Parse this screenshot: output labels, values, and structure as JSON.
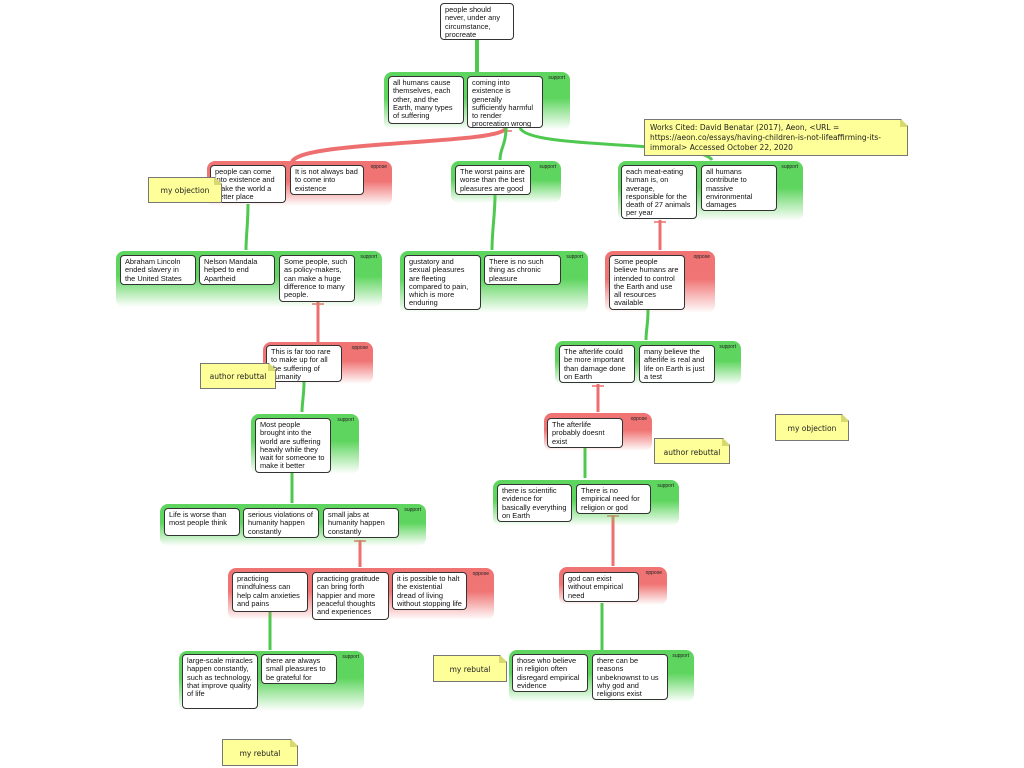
{
  "root": {
    "text": "people should never, under any circumstance, procreate"
  },
  "groups": [
    {
      "id": "g1",
      "type": "support",
      "label": "support",
      "nodes": [
        {
          "text": "all humans cause themselves, each other, and the Earth, many types of suffering"
        },
        {
          "text": "coming into existence is generally sufficiently harmful to render procreation wrong"
        }
      ]
    },
    {
      "id": "g2",
      "type": "oppose",
      "label": "oppose",
      "nodes": [
        {
          "text": "people can come into existence and make the world a better place"
        },
        {
          "text": "It is not always bad to come into existence"
        }
      ]
    },
    {
      "id": "g3",
      "type": "support",
      "label": "support",
      "nodes": [
        {
          "text": "The worst pains are worse than the best pleasures are good"
        }
      ]
    },
    {
      "id": "g4",
      "type": "support",
      "label": "support",
      "nodes": [
        {
          "text": "each meat-eating human is, on average, responsible for the death of 27 animals per year"
        },
        {
          "text": "all humans contribute to massive environmental damages"
        }
      ]
    },
    {
      "id": "g5",
      "type": "support",
      "label": "support",
      "nodes": [
        {
          "text": "Abraham Lincoln ended slavery in the United States"
        },
        {
          "text": "Nelson Mandala helped to end Apartheid"
        },
        {
          "text": "Some people, such as policy-makers, can make a huge difference to many people."
        }
      ]
    },
    {
      "id": "g6",
      "type": "support",
      "label": "support",
      "nodes": [
        {
          "text": "gustatory and sexual pleasures are fleeting compared to pain, which is more enduring"
        },
        {
          "text": "There is no such thing as chronic pleasure"
        }
      ]
    },
    {
      "id": "g7",
      "type": "oppose",
      "label": "oppose",
      "nodes": [
        {
          "text": "Some people believe humans are intended to control the Earth and use all resources available"
        }
      ]
    },
    {
      "id": "g8",
      "type": "oppose",
      "label": "oppose",
      "nodes": [
        {
          "text": "This is far too rare to make up for all the suffering of humanity"
        }
      ]
    },
    {
      "id": "g9",
      "type": "support",
      "label": "support",
      "nodes": [
        {
          "text": "The afterlife could be more important than damage done on Earth"
        },
        {
          "text": "many believe the afterlife is real and life on Earth is just a test"
        }
      ]
    },
    {
      "id": "g10",
      "type": "support",
      "label": "support",
      "nodes": [
        {
          "text": "Most people brought into the world are suffering heavily while they wait for someone to make it better"
        }
      ]
    },
    {
      "id": "g11",
      "type": "oppose",
      "label": "oppose",
      "nodes": [
        {
          "text": "The afterlife probably doesnt exist"
        }
      ]
    },
    {
      "id": "g12",
      "type": "support",
      "label": "support",
      "nodes": [
        {
          "text": "there is scientific evidence for basically everything on Earth"
        },
        {
          "text": "There is no empirical need for religion or god"
        }
      ]
    },
    {
      "id": "g13",
      "type": "support",
      "label": "support",
      "nodes": [
        {
          "text": "Life is worse than most people think"
        },
        {
          "text": "serious violations of humanity happen constantly"
        },
        {
          "text": "small jabs at humanity happen constantly"
        }
      ]
    },
    {
      "id": "g14",
      "type": "oppose",
      "label": "oppose",
      "nodes": [
        {
          "text": "practicing mindfulness can help calm anxieties and pains"
        },
        {
          "text": "practicing gratitude can bring forth happier and more peaceful thoughts and experiences"
        },
        {
          "text": "it is possible to halt the existential dread of living without stopping life"
        }
      ]
    },
    {
      "id": "g15",
      "type": "oppose",
      "label": "oppose",
      "nodes": [
        {
          "text": "god can exist without empirical need"
        }
      ]
    },
    {
      "id": "g16",
      "type": "support",
      "label": "support",
      "nodes": [
        {
          "text": "large-scale miracles happen constantly, such as technology, that improve quality of life"
        },
        {
          "text": "there are always small pleasures to be grateful for"
        }
      ]
    },
    {
      "id": "g17",
      "type": "support",
      "label": "support",
      "nodes": [
        {
          "text": "those who believe in religion often disregard empirical evidence"
        },
        {
          "text": "there can be reasons unbeknownst to us why god and religions exist"
        }
      ]
    }
  ],
  "notes": [
    {
      "id": "n1",
      "text": "Works Cited: David Benatar (2017), Aeon, <URL = https://aeon.co/essays/having-children-is-not-lifeaffirming-its-immoral> Accessed October 22, 2020"
    },
    {
      "id": "n2",
      "text": "my objection"
    },
    {
      "id": "n3",
      "text": "author rebuttal"
    },
    {
      "id": "n4",
      "text": "my objection"
    },
    {
      "id": "n5",
      "text": "author rebuttal"
    },
    {
      "id": "n6",
      "text": "my rebutal"
    },
    {
      "id": "n7",
      "text": "my rebutal"
    }
  ],
  "colors": {
    "support": "#5ed55e",
    "oppose": "#f07474",
    "note": "#ffff99",
    "support_link": "#4ec84e",
    "oppose_link": "#ee6f6f"
  }
}
